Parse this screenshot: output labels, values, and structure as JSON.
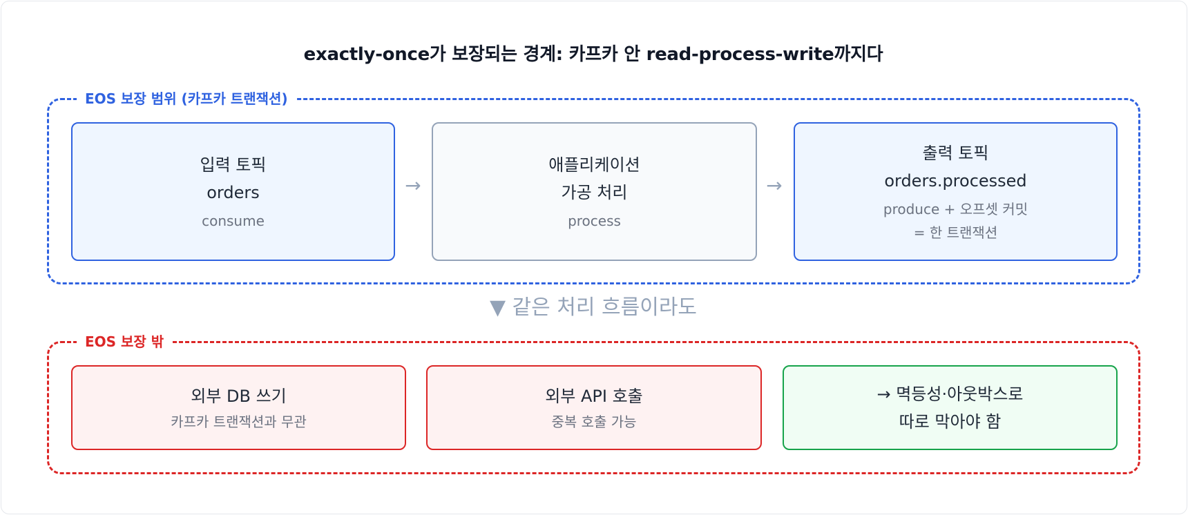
{
  "title": "exactly-once가 보장되는 경계: 카프카 안 read-process-write까지다",
  "eos_group": {
    "label": "EOS 보장 범위 (카프카 트랜잭션)",
    "boxes": [
      {
        "line1": "입력 토픽",
        "line2": "orders",
        "sub1": "consume"
      },
      {
        "line1": "애플리케이션",
        "line2": "가공 처리",
        "sub1": "process"
      },
      {
        "line1": "출력 토픽",
        "line2": "orders.processed",
        "sub1": "produce + 오프셋 커밋",
        "sub2": "= 한 트랜잭션"
      }
    ],
    "arrows": [
      "→",
      "→"
    ]
  },
  "between_label": "▼ 같은 처리 흐름이라도",
  "outside_group": {
    "label": "EOS 보장 밖",
    "boxes": [
      {
        "line1": "외부 DB 쓰기",
        "sub1": "카프카 트랜잭션과 무관"
      },
      {
        "line1": "외부 API 호출",
        "sub1": "중복 호출 가능"
      },
      {
        "line1": "→ 멱등성·아웃박스로",
        "line2": "따로 막아야 함"
      }
    ]
  },
  "colors": {
    "eos_accent": "#2f62e0",
    "outside_accent": "#dc2626",
    "mitigation_accent": "#16a34a",
    "neutral_border": "#94a3b8"
  }
}
